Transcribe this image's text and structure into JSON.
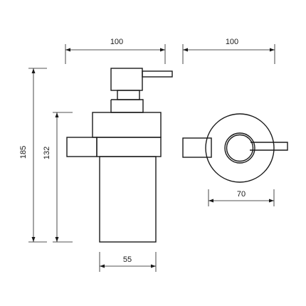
{
  "dimensions": {
    "front_width": "100",
    "side_width": "100",
    "total_height": "185",
    "body_height": "132",
    "container_width": "55",
    "round_base_width": "70"
  }
}
